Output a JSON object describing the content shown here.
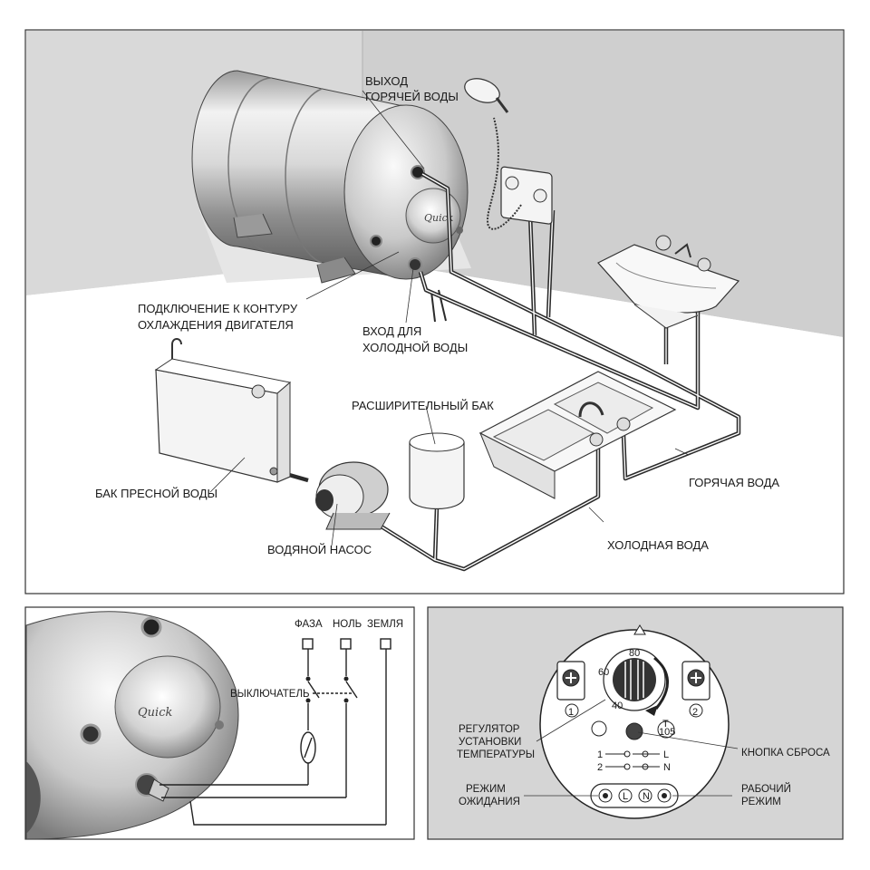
{
  "main_panel": {
    "labels": {
      "hot_outlet": [
        "ВЫХОД",
        "ГОРЯЧЕЙ ВОДЫ"
      ],
      "engine_loop": [
        "ПОДКЛЮЧЕНИЕ К КОНТУРУ",
        "ОХЛАЖДЕНИЯ ДВИГАТЕЛЯ"
      ],
      "cold_inlet": [
        "ВХОД ДЛЯ",
        "ХОЛОДНОЙ ВОДЫ"
      ],
      "expansion_tank": "РАСШИРИТЕЛЬНЫЙ БАК",
      "fresh_tank": "БАК ПРЕСНОЙ ВОДЫ",
      "pump": "ВОДЯНОЙ НАСОС",
      "hot_water": "ГОРЯЧАЯ ВОДА",
      "cold_water": "ХОЛОДНАЯ ВОДА"
    },
    "brand": "Quick"
  },
  "wiring_panel": {
    "phase": "ФАЗА",
    "neutral": "НОЛЬ",
    "ground": "ЗЕМЛЯ",
    "switch": "ВЫКЛЮЧАТЕЛЬ",
    "brand": "Quick"
  },
  "thermostat_panel": {
    "temp_regulator": [
      "РЕГУЛЯТОР",
      "УСТАНОВКИ",
      "ТЕМПЕРАТУРЫ"
    ],
    "reset_button": "КНОПКА СБРОСА",
    "standby": [
      "РЕЖИМ",
      "ОЖИДАНИЯ"
    ],
    "working": [
      "РАБОЧИЙ",
      "РЕЖИМ"
    ],
    "dial_values": [
      "80",
      "60",
      "40"
    ],
    "terminal_1": "1",
    "terminal_2": "2",
    "t_label": "T",
    "t_value": "105",
    "wire_1": "1",
    "wire_2": "2",
    "wire_l": "L",
    "wire_n": "N",
    "ind_l": "L",
    "ind_n": "N"
  }
}
